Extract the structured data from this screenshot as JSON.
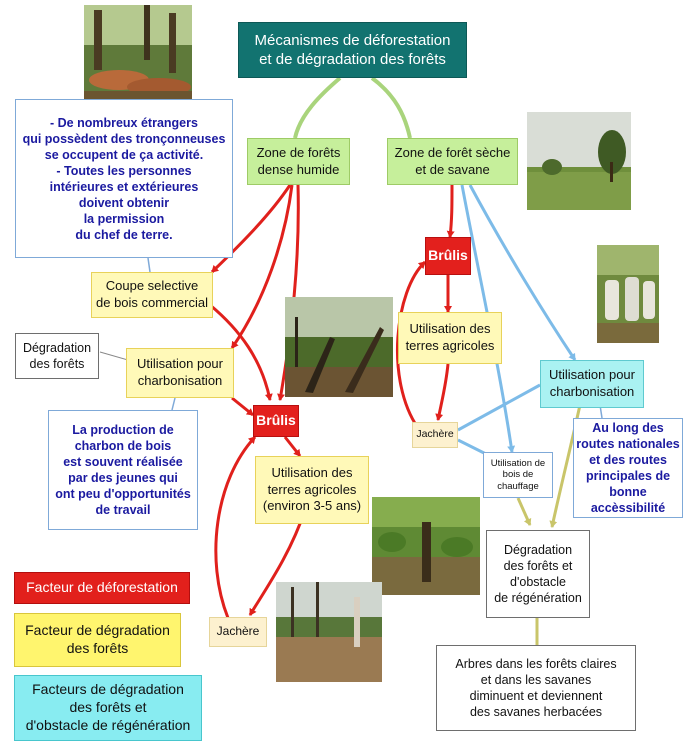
{
  "title": "Mécanismes de déforestation\net de dégradation des forêts",
  "nodes": {
    "dense_humid": "Zone de forêts\ndense humide",
    "dry_savanna": "Zone de forêt sèche\net de savane",
    "foreigners_note": "- De nombreux étrangers\nqui possèdent des tronçonneuses\nse occupent de ça activité.\n- Toutes les personnes\nintérieures et extérieures\ndoivent obtenir\nla permission\ndu chef de terre.",
    "selective_logging": "Coupe selective\nde bois commercial",
    "forest_degradation": "Dégradation\ndes forêts",
    "charcoal_left": "Utilisation pour\ncharbonisation",
    "charcoal_note": "La production de\ncharbon de bois\nest souvent réalisée\npar des jeunes qui\nont peu d'opportunités\nde travail",
    "brulis_left": "Brûlis",
    "agri_left": "Utilisation des\nterres agricoles\n(environ 3-5 ans)",
    "jachere_left": "Jachère",
    "brulis_right": "Brûlis",
    "agri_right": "Utilisation des\nterres agricoles",
    "jachere_right": "Jachère",
    "charcoal_right": "Utilisation pour\ncharbonisation",
    "roads_note": "Au long des\nroutes nationales\net des routes\nprincipales de\nbonne accèssibilité",
    "firewood": "Utilisation de\nbois de\nchauffage",
    "degradation_regen": "Dégradation\ndes forêts et\nd'obstacle\nde régénération",
    "savanna_result": "Arbres dans les forêts claires\net dans les savanes\ndiminuent et deviennent\ndes savanes herbacées"
  },
  "legend": {
    "deforestation": "Facteur de déforestation",
    "degradation": "Facteur de dégradation\ndes forêts",
    "degradation_regen": "Facteurs de dégradation\ndes forêts et\nd'obstacle de régénération"
  },
  "colors": {
    "title_bg": "#127370",
    "deforestation": "#e3201d",
    "degradation": "#fff56e",
    "regeneration": "#88ecf1",
    "zone": "#c6ef9b",
    "link_green": "#a9d47c",
    "link_red": "#e0201c",
    "link_blue": "#7dbbe8",
    "link_olive": "#c9c56a"
  },
  "photos": [
    "logged-timber-photo",
    "burned-forest-photo",
    "dry-savanna-photo",
    "charcoal-bags-photo",
    "cassava-field-photo",
    "cleared-land-photo"
  ]
}
